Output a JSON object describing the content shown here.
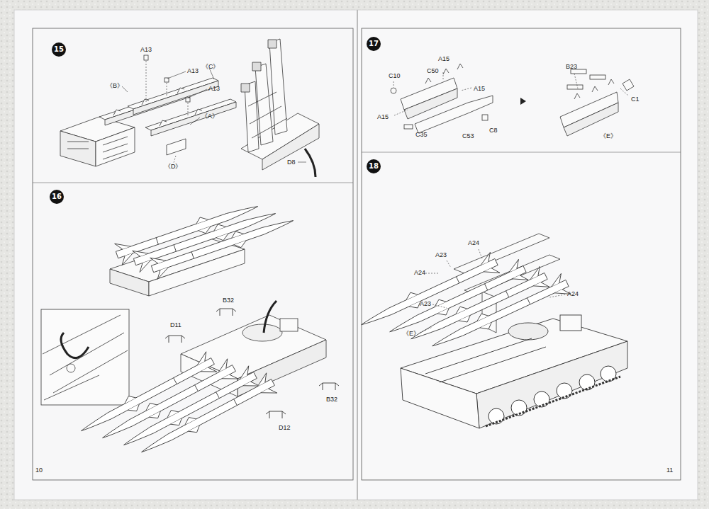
{
  "diagram": {
    "nodes": [
      {
        "text": [
          "15"
        ]
      },
      {
        "text": [
          "16"
        ]
      },
      {
        "text": [
          "17"
        ]
      },
      {
        "text": [
          "18"
        ]
      }
    ],
    "labels": [
      "A13",
      "《B》",
      "A13",
      "《C》",
      "A13",
      "《A》",
      "《D》",
      "D8",
      "B32",
      "D11",
      "B32",
      "D12",
      "A15",
      "C10",
      "C50",
      "A15",
      "A15",
      "C35",
      "C53",
      "C8",
      "B23",
      "C1",
      "《E》",
      "A24",
      "A23",
      "A24",
      "A23",
      "A24",
      "《E》",
      "10",
      "11"
    ]
  }
}
